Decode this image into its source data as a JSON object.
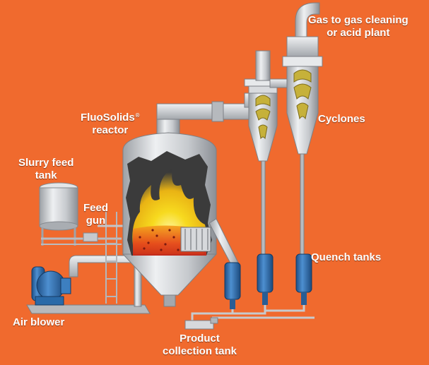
{
  "background_color": "#f06a2e",
  "labels": {
    "gas_outlet": [
      "Gas to gas cleaning",
      "or acid plant"
    ],
    "cyclones": "Cyclones",
    "reactor_name": "FluoSolids",
    "reactor_mark": "®",
    "reactor_word": "reactor",
    "slurry_tank": [
      "Slurry feed",
      "tank"
    ],
    "feed_gun": [
      "Feed",
      "gun"
    ],
    "quench_tanks": "Quench  tanks",
    "air_blower": "Air blower",
    "product_tank": [
      "Product",
      "collection  tank"
    ]
  },
  "colors": {
    "metal": "#c9cbce",
    "metal_dark": "#8f9398",
    "flame": "#f6d21a",
    "bed": "#e8431a",
    "quench": "#2f6fb0",
    "blower": "#2c7fb3",
    "cyclone_spiral": "#c9b63a"
  }
}
